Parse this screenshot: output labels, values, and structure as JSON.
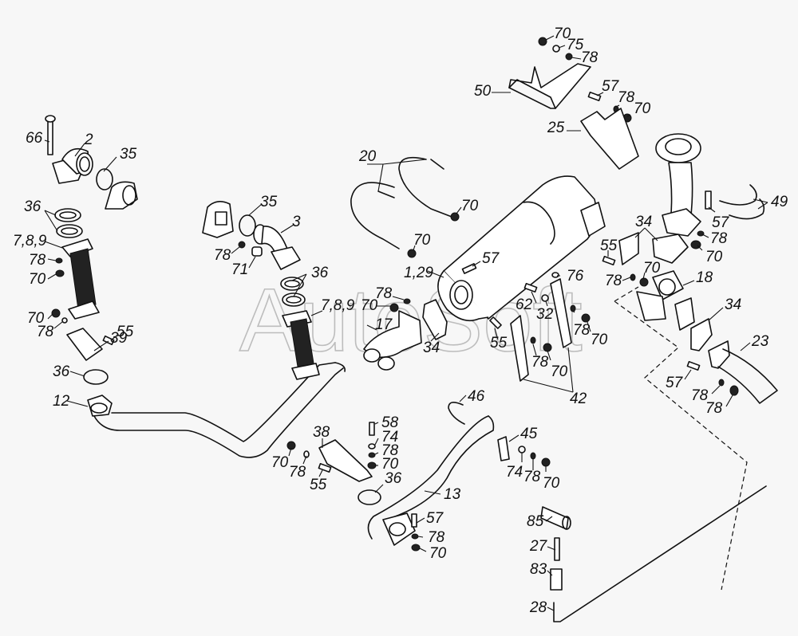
{
  "diagram": {
    "type": "exploded-parts-drawing",
    "subject": "Exhaust system assembly",
    "watermark": "AutoSoft",
    "labels": [
      {
        "id": "l66",
        "text": "66"
      },
      {
        "id": "l2",
        "text": "2"
      },
      {
        "id": "l35a",
        "text": "35"
      },
      {
        "id": "l36a",
        "text": "36"
      },
      {
        "id": "l789a",
        "text": "7,8,9"
      },
      {
        "id": "l78a",
        "text": "78"
      },
      {
        "id": "l70a",
        "text": "70"
      },
      {
        "id": "l70b",
        "text": "70"
      },
      {
        "id": "l78b",
        "text": "78"
      },
      {
        "id": "l55a",
        "text": "55"
      },
      {
        "id": "l39",
        "text": "39"
      },
      {
        "id": "l36b",
        "text": "36"
      },
      {
        "id": "l12",
        "text": "12"
      },
      {
        "id": "l35b",
        "text": "35"
      },
      {
        "id": "l3",
        "text": "3"
      },
      {
        "id": "l78c",
        "text": "78"
      },
      {
        "id": "l71",
        "text": "71"
      },
      {
        "id": "l36c",
        "text": "36"
      },
      {
        "id": "l789b",
        "text": "7,8,9"
      },
      {
        "id": "l70c",
        "text": "70"
      },
      {
        "id": "l78d",
        "text": "78"
      },
      {
        "id": "l17",
        "text": "17"
      },
      {
        "id": "l34a",
        "text": "34"
      },
      {
        "id": "l20",
        "text": "20"
      },
      {
        "id": "l70d",
        "text": "70"
      },
      {
        "id": "l70e",
        "text": "70"
      },
      {
        "id": "l129",
        "text": "1,29"
      },
      {
        "id": "l57a",
        "text": "57"
      },
      {
        "id": "l55b",
        "text": "55"
      },
      {
        "id": "l70f",
        "text": "70"
      },
      {
        "id": "l75",
        "text": "75"
      },
      {
        "id": "l78e",
        "text": "78"
      },
      {
        "id": "l50",
        "text": "50"
      },
      {
        "id": "l57b",
        "text": "57"
      },
      {
        "id": "l78f",
        "text": "78"
      },
      {
        "id": "l70g",
        "text": "70"
      },
      {
        "id": "l25",
        "text": "25"
      },
      {
        "id": "l49",
        "text": "49"
      },
      {
        "id": "l57c",
        "text": "57"
      },
      {
        "id": "l78g",
        "text": "78"
      },
      {
        "id": "l70h",
        "text": "70"
      },
      {
        "id": "l34b",
        "text": "34"
      },
      {
        "id": "l55c",
        "text": "55"
      },
      {
        "id": "l78h",
        "text": "78"
      },
      {
        "id": "l70i",
        "text": "70"
      },
      {
        "id": "l18",
        "text": "18"
      },
      {
        "id": "l76",
        "text": "76"
      },
      {
        "id": "l62",
        "text": "62"
      },
      {
        "id": "l32",
        "text": "32"
      },
      {
        "id": "l78i",
        "text": "78"
      },
      {
        "id": "l70j",
        "text": "70"
      },
      {
        "id": "l78j",
        "text": "78"
      },
      {
        "id": "l70k",
        "text": "70"
      },
      {
        "id": "l42",
        "text": "42"
      },
      {
        "id": "l34c",
        "text": "34"
      },
      {
        "id": "l23",
        "text": "23"
      },
      {
        "id": "l57d",
        "text": "57"
      },
      {
        "id": "l78k",
        "text": "78"
      },
      {
        "id": "l78l",
        "text": "78"
      },
      {
        "id": "l46",
        "text": "46"
      },
      {
        "id": "l38",
        "text": "38"
      },
      {
        "id": "l58",
        "text": "58"
      },
      {
        "id": "l74a",
        "text": "74"
      },
      {
        "id": "l78m",
        "text": "78"
      },
      {
        "id": "l70l",
        "text": "70"
      },
      {
        "id": "l36d",
        "text": "36"
      },
      {
        "id": "l70m",
        "text": "70"
      },
      {
        "id": "l78n",
        "text": "78"
      },
      {
        "id": "l55d",
        "text": "55"
      },
      {
        "id": "l13",
        "text": "13"
      },
      {
        "id": "l57e",
        "text": "57"
      },
      {
        "id": "l78o",
        "text": "78"
      },
      {
        "id": "l70n",
        "text": "70"
      },
      {
        "id": "l45",
        "text": "45"
      },
      {
        "id": "l74b",
        "text": "74"
      },
      {
        "id": "l78p",
        "text": "78"
      },
      {
        "id": "l70o",
        "text": "70"
      },
      {
        "id": "l85",
        "text": "85"
      },
      {
        "id": "l27",
        "text": "27"
      },
      {
        "id": "l83",
        "text": "83"
      },
      {
        "id": "l28",
        "text": "28"
      }
    ]
  }
}
